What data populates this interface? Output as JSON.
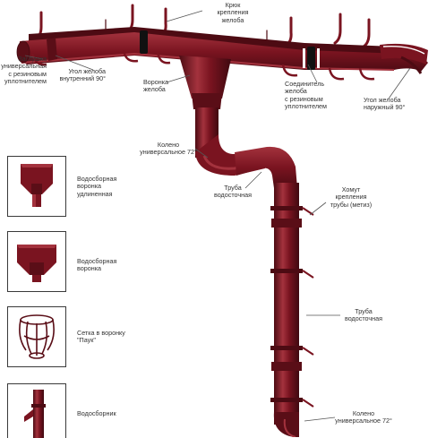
{
  "colors": {
    "metal": "#7a1420",
    "metal_dark": "#4d0b13",
    "metal_light": "#a3323d",
    "gasket": "#111111",
    "leader": "#555555",
    "text": "#333333"
  },
  "labels": {
    "hook": "Крюк\nкрепления\nжелоба",
    "end_cap": "Заглушка\nуниверсальная\nс резиновым\nуплотнителем",
    "inner_corner": "Угол желоба\nвнутренний 90°",
    "gutter_funnel": "Воронка\nжелоба",
    "connector": "Соединитель\nжелоба\nс резиновым\nуплотнителем",
    "outer_corner": "Угол желоба\nнаружный 90°",
    "elbow_top": "Колено\nуниверсальное 72°",
    "pipe_upper": "Труба\nводосточная",
    "pipe_clamp": "Хомут\nкрепления\nтрубы (метиз)",
    "pipe_lower": "Труба\nводосточная",
    "elbow_bottom": "Колено\nуниверсальное 72°"
  },
  "accessories": [
    {
      "label": "Водосборная\nворонка\nудлиненная",
      "icon": "long-funnel-icon"
    },
    {
      "label": "Водосборная\nворонка",
      "icon": "funnel-icon"
    },
    {
      "label": "Сетка в воронку\n\"Паук\"",
      "icon": "spider-grid-icon"
    },
    {
      "label": "Водосборник",
      "icon": "water-collector-icon"
    }
  ]
}
